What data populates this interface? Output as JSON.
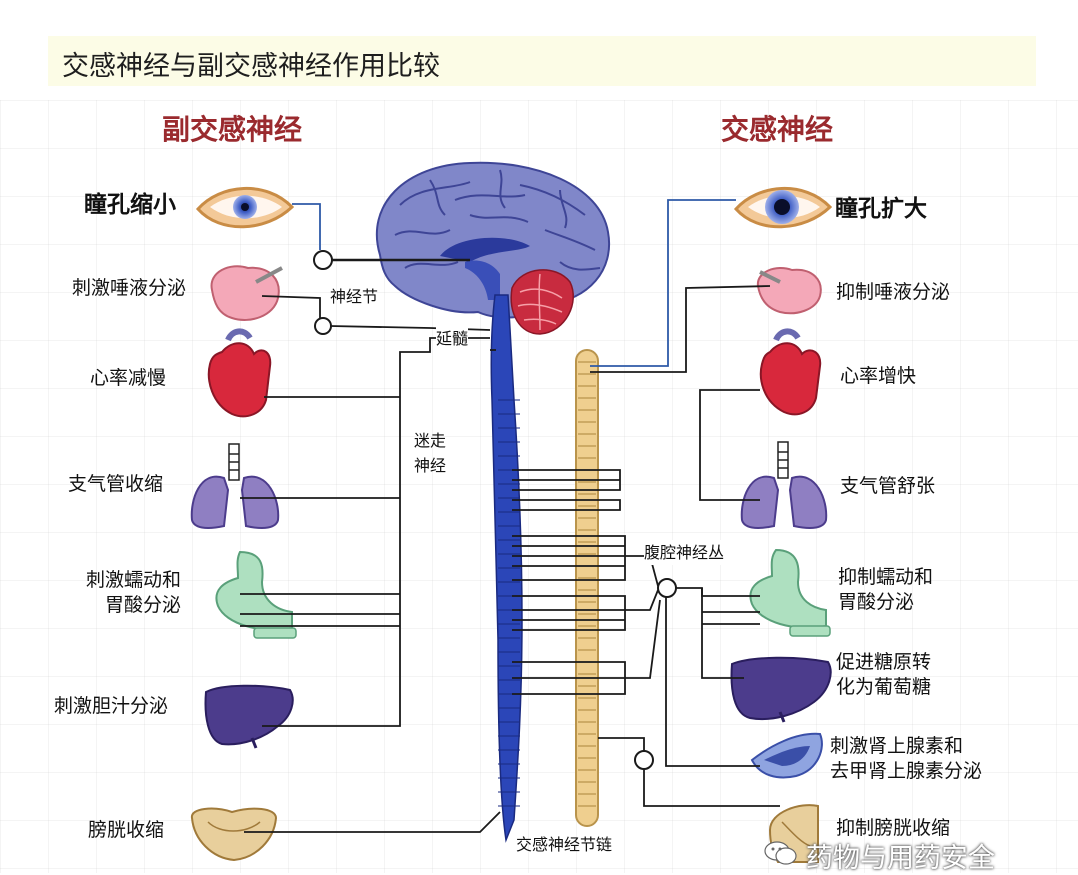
{
  "title": "交感神经与副交感神经作用比较",
  "headings": {
    "parasympathetic": "副交感神经",
    "sympathetic": "交感神经"
  },
  "left_effects": {
    "pupil": "瞳孔缩小",
    "saliva": "刺激唾液分泌",
    "heart": "心率减慢",
    "bronchi": "支气管收缩",
    "stomach_l1": "刺激蠕动和",
    "stomach_l2": "胃酸分泌",
    "bile": "刺激胆汁分泌",
    "bladder": "膀胱收缩"
  },
  "right_effects": {
    "pupil": "瞳孔扩大",
    "saliva": "抑制唾液分泌",
    "heart": "心率增快",
    "bronchi": "支气管舒张",
    "stomach_l1": "抑制蠕动和",
    "stomach_l2": "胃酸分泌",
    "glycogen_l1": "促进糖原转",
    "glycogen_l2": "化为葡萄糖",
    "adrenal_l1": "刺激肾上腺素和",
    "adrenal_l2": "去甲肾上腺素分泌",
    "bladder": "抑制膀胱收缩"
  },
  "center_labels": {
    "ganglion": "神经节",
    "medulla": "延髓",
    "vagus_l1": "迷走",
    "vagus_l2": "神经",
    "celiac_plexus": "腹腔神经丛",
    "chain": "交感神经节链"
  },
  "watermark": {
    "text": "药物与用药安全",
    "icon": "wechat-icon"
  },
  "colors": {
    "heading": "#9a2a2e",
    "nerve_line": "#1a1a1a",
    "pupil_line": "#2e5aa8",
    "brain": "#7f86c8",
    "cerebellum": "#c82b3f",
    "spinal_cord": "#2b46b8",
    "sympathetic_chain": "#efcf8f",
    "heart": "#d8283c",
    "lung": "#8f7fc2",
    "stomach": "#aee0c0",
    "liver": "#4c3c8c",
    "bladder": "#e8cf9c",
    "title_bg": "#fcfce6"
  }
}
